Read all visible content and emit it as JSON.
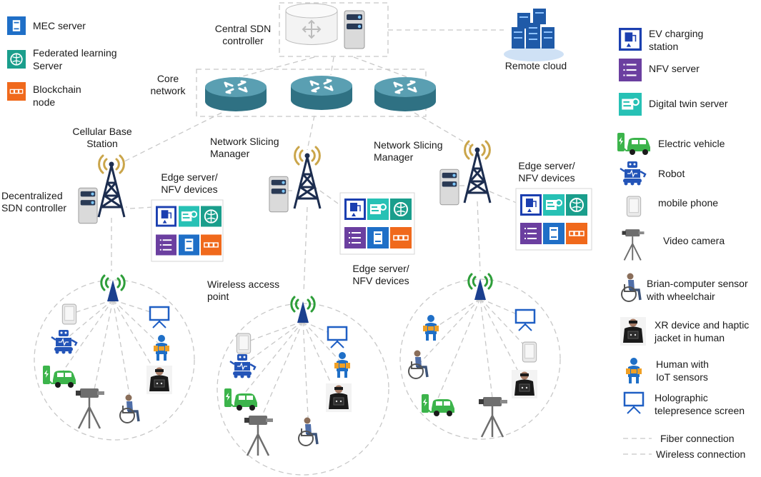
{
  "labels": {
    "central_sdn": "Central SDN\ncontroller",
    "remote_cloud": "Remote cloud",
    "core_network": "Core\nnetwork",
    "cellular_bs": "Cellular Base\nStation",
    "slicing_mgr_1": "Network Slicing\nManager",
    "slicing_mgr_2": "Network Slicing\nManager",
    "decentralized_sdn": "Decentralized\nSDN controller",
    "edge_1": "Edge server/\nNFV devices",
    "edge_2": "Edge server/\nNFV devices",
    "edge_3": "Edge server/\nNFV devices",
    "wireless_ap": "Wireless access\npoint"
  },
  "legend_left": [
    {
      "icon": "mec-server-icon",
      "label": "MEC server"
    },
    {
      "icon": "federated-learning-server-icon",
      "label": "Federated learning\nServer"
    },
    {
      "icon": "blockchain-node-icon",
      "label": "Blockchain\nnode"
    }
  ],
  "legend_right": [
    {
      "icon": "ev-charging-station-icon",
      "label": "EV charging\nstation"
    },
    {
      "icon": "nfv-server-icon",
      "label": "NFV server"
    },
    {
      "icon": "digital-twin-server-icon",
      "label": "Digital twin server"
    },
    {
      "icon": "electric-vehicle-icon",
      "label": "Electric vehicle"
    },
    {
      "icon": "robot-icon",
      "label": "Robot"
    },
    {
      "icon": "mobile-phone-icon",
      "label": "mobile phone"
    },
    {
      "icon": "video-camera-icon",
      "label": "Video camera"
    },
    {
      "icon": "wheelchair-person-icon",
      "label": "Brian-computer sensor\nwith wheelchair"
    },
    {
      "icon": "xr-person-icon",
      "label": "XR device and haptic\njacket in human"
    },
    {
      "icon": "iot-human-icon",
      "label": "Human with\nIoT sensors"
    },
    {
      "icon": "hologram-screen-icon",
      "label": "Holographic\ntelepresence screen"
    },
    {
      "icon": "fiber-line-icon",
      "label": "Fiber connection"
    },
    {
      "icon": "wireless-line-icon",
      "label": "Wireless connection"
    }
  ],
  "colors": {
    "mec_blue": "#1f6fc7",
    "fl_teal": "#1a9e8c",
    "blockchain_orange": "#f0691c",
    "nfv_purple": "#6b3fa0",
    "dt_teal": "#27c1b5",
    "ev_green": "#3cb44b",
    "router_teal": "#4a8fa0",
    "wifi_green": "#2e9e3a",
    "tower_navy": "#1c2d4f",
    "dash": "#c4c4c4"
  }
}
